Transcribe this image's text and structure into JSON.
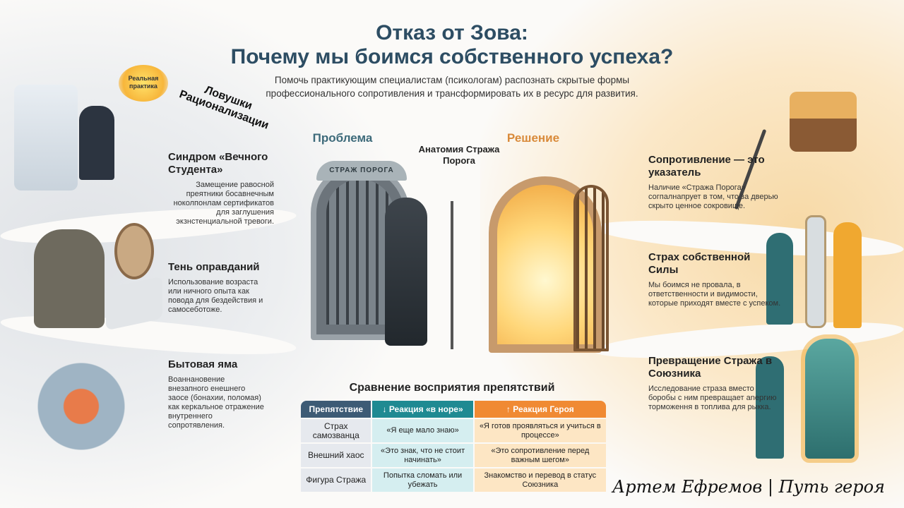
{
  "header": {
    "title_line1": "Отказ от Зова:",
    "title_line2": "Почему мы боимся собственного успеха?",
    "subtitle_line1": "Помочь практикующим специалистам (псикологам) распознать скрытые формы",
    "subtitle_line2": "профессионального сопротивления и трансформировать их в ресурс для развития."
  },
  "left": {
    "section_label": "Ловушки Рационализации",
    "badge": "Реальная практика",
    "items": [
      {
        "title": "Синдром «Вечного Студента»",
        "desc": "Замещение равосной прeятники босавнечным ноколпонлам сертификатов для заглушения экзнстенциальной тревоги."
      },
      {
        "title": "Тень оправданий",
        "desc": "Использование возраста или ничного опыта как повода для бездействия и самосеботоже."
      },
      {
        "title": "Бытовая яма",
        "desc": "Воаннановение внезапного енешнего заосе (бонахии, поломая) как керкальное отражение внутреннего сопротявления."
      }
    ]
  },
  "center": {
    "problem_label": "Проблема",
    "solution_label": "Решение",
    "anatomy_label": "Анатомия Стража Порога",
    "gate_banner": "СТРАЖ ПОРОГА"
  },
  "right": {
    "items": [
      {
        "title": "Сопротивление — это указатель",
        "desc": "Наличие «Стража Порога» согпалнапрует в том, что за дверью скрыто ценное сокровище."
      },
      {
        "title": "Страх собственной Силы",
        "desc": "Мы боимся не провала, в ответственности и видимости, которые приходят вместе с успеком."
      },
      {
        "title": "Превращение Стража в Союзника",
        "desc": "Исследование страза вместо боробы с ним превращает anергию торможення в топлива для рыкка."
      }
    ]
  },
  "table": {
    "title": "Сравнение восприятия препятствий",
    "headers": [
      "Препятствие",
      "↓ Реакция «в норе»",
      "↑ Реакция Героя"
    ],
    "rows": [
      [
        "Страх самозванца",
        "«Я еще мало знаю»",
        "«Я готов проявляться и учиться в процессе»"
      ],
      [
        "Внешний хаос",
        "«Это знак, что не стоит начинать»",
        "«Это сопротивление перед важным шегом»"
      ],
      [
        "Фигура Стража",
        "Попытка сломать или убежать",
        "Знакомство и перевод в статус Союзника"
      ]
    ],
    "colors": {
      "obstacle": "#3d5b75",
      "burrow": "#1f8a92",
      "hero": "#f08a33"
    }
  },
  "signature": "Артем Ефремов | Путь героя"
}
